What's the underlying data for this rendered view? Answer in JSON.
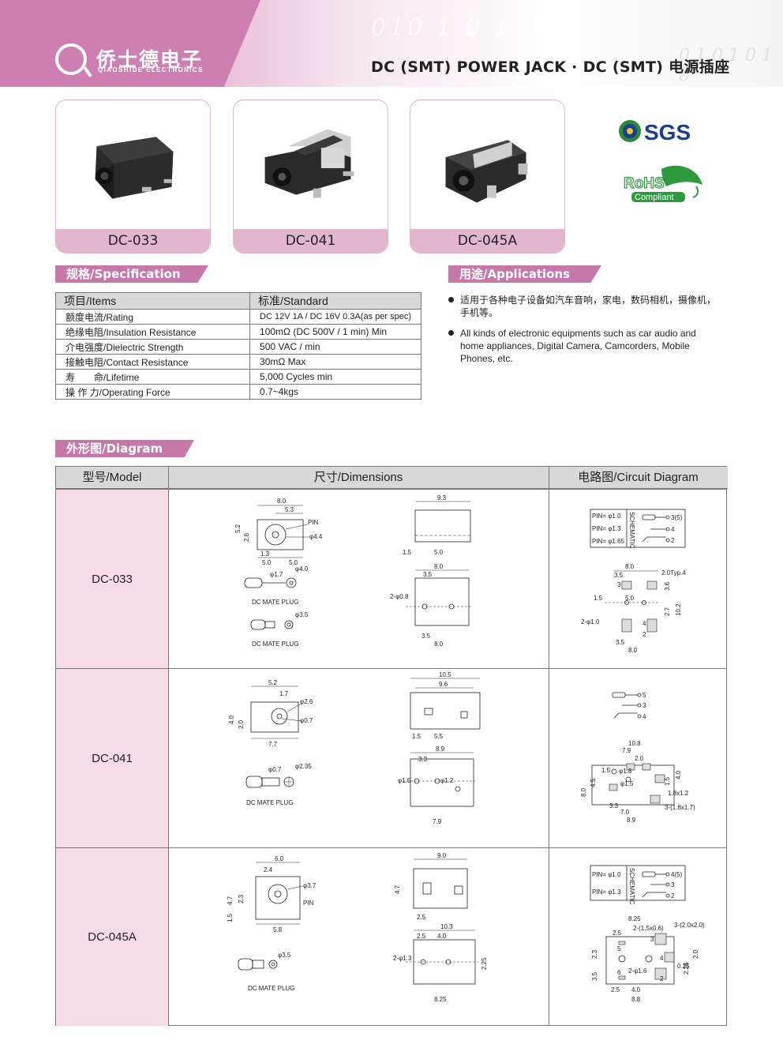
{
  "header": {
    "brand_cn": "侨士德电子",
    "brand_en": "QIAOSHIDE ELECTRONICS",
    "binary": "010 1 0 1 010",
    "binary2": "0 1 0 1 0 1 8",
    "title": "DC (SMT) POWER JACK · DC (SMT) 电源插座"
  },
  "products": [
    {
      "label": "DC-033"
    },
    {
      "label": "DC-041"
    },
    {
      "label": "DC-045A"
    }
  ],
  "certs": {
    "sgs": "SGS",
    "rohs": "RoHS",
    "rohs_sub": "Compliant"
  },
  "specification": {
    "heading": "规格/Specification",
    "col_items": "项目/Items",
    "col_standard": "标准/Standard",
    "rows": [
      {
        "item": "额度电流/Rating",
        "standard": "DC 12V 1A / DC 16V 0.3A(as per spec)"
      },
      {
        "item": "绝缘电阻/Insulation Resistance",
        "standard": "100mΩ (DC 500V / 1 min) Min"
      },
      {
        "item": "介电强度/Dielectric Strength",
        "standard": "500 VAC / min"
      },
      {
        "item": "接触电阻/Contact Resistance",
        "standard": "30mΩ Max"
      },
      {
        "item": "寿　　命/Lifetime",
        "standard": "5,000 Cycles min"
      },
      {
        "item": "操 作 力/Operating Force",
        "standard": "0.7~4kgs"
      }
    ]
  },
  "applications": {
    "heading": "用途/Applications",
    "items": [
      "适用于各种电子设备如汽车音响，家电，数码相机，摄像机，手机等。",
      "All kinds of electronic equipments such as car audio and home appliances, Digital Camera, Camcorders, Mobile Phones, etc."
    ]
  },
  "diagram": {
    "heading": "外形图/Diagram",
    "col_model": "型号/Model",
    "col_dimensions": "尺寸/Dimensions",
    "col_circuit": "电路图/Circuit Diagram",
    "rows": [
      {
        "model": "DC-033"
      },
      {
        "model": "DC-041"
      },
      {
        "model": "DC-045A"
      }
    ],
    "labels": {
      "mate_plug": "DC MATE PLUG",
      "schematic": "SCHEMATIC",
      "pin": "PIN",
      "d033": {
        "w80": "8.0",
        "w53": "5.3",
        "h52": "5.2",
        "h26": "2.6",
        "p44": "φ4.4",
        "w13": "1.3",
        "w50a": "5.0",
        "w50b": "5.0",
        "p40": "φ4.0",
        "p17": "φ1.7",
        "p35": "φ3.5",
        "w93": "9.3",
        "w15": "1.5",
        "w50c": "5.0",
        "w80b": "8.0",
        "w35": "3.5",
        "p08": "2-φ0.8",
        "w35b": "3.5",
        "w80c": "8.0",
        "pin10": "PIN= φ1.0",
        "pin13": "PIN= φ1.3",
        "pin165": "PIN= φ1.65",
        "n35": "3(5)",
        "n4": "4",
        "n2": "2",
        "c80": "8.0",
        "c35": "3.5",
        "c20": "2.0Typ.4",
        "c15": "1.5",
        "c50": "5.0",
        "c36": "3.6",
        "c27": "2.7",
        "c102": "10.2",
        "c10": "2-φ1.0",
        "c35b": "3.5",
        "c80b": "8.0",
        "pad3": "3",
        "pad4": "4",
        "pad2": "2"
      },
      "d041": {
        "w52": "5.2",
        "w17": "1.7",
        "p26": "φ2.6",
        "p07": "φ0.7",
        "h40": "4.0",
        "h20": "2.0",
        "w77": "7.7",
        "p07b": "φ0.7",
        "p235": "φ2.35",
        "w105": "10.5",
        "w96": "9.6",
        "w15": "1.5",
        "w55": "5.5",
        "w89": "8.9",
        "w33": "3.3",
        "p15": "φ1.5",
        "p12": "φ1.2",
        "w79": "7.9",
        "n5": "5",
        "n3": "3",
        "n4": "4",
        "c108": "10.8",
        "c79": "7.9",
        "c20": "2.0",
        "c15": "1.5",
        "c18": "φ1.8",
        "c15b": "φ1.5",
        "c40": "4.0",
        "c80": "8.0",
        "c45": "4.5",
        "c18x12": "1.8x1.2",
        "c3": "3-(1.8x1.7)",
        "c33": "3.3",
        "c70": "7.0",
        "c89": "8.9",
        "c15c": "1.5"
      },
      "d045": {
        "w60": "6.0",
        "w24": "2.4",
        "p37": "φ3.7",
        "h47": "4.7",
        "h23": "2.3",
        "h15": "1.5",
        "w58": "5.8",
        "p35": "φ3.5",
        "w90": "9.0",
        "h47b": "4.7",
        "w25": "2.5",
        "w103": "10.3",
        "w25b": "2.5",
        "w40": "4.0",
        "p13": "2-φ1.3",
        "h225": "2.25",
        "w825": "8.25",
        "pin10": "PIN= φ1.0",
        "pin13": "PIN= φ1.3",
        "n45": "4(5)",
        "n3": "3",
        "n2": "2",
        "c825": "8.25",
        "c3": "3-(2.0x2.0)",
        "c2": "2-(1.5x0.6)",
        "c25": "2.5",
        "c23": "2.3",
        "c35": "3.5",
        "c20": "2.0",
        "c225": "2.25",
        "c025": "0.25",
        "c16": "2-φ1.6",
        "c25b": "2.5",
        "c40": "4.0",
        "c88": "8.8",
        "pad3": "3",
        "pad4": "4",
        "pad2": "2",
        "pad5": "5",
        "pad6": "6"
      }
    }
  }
}
